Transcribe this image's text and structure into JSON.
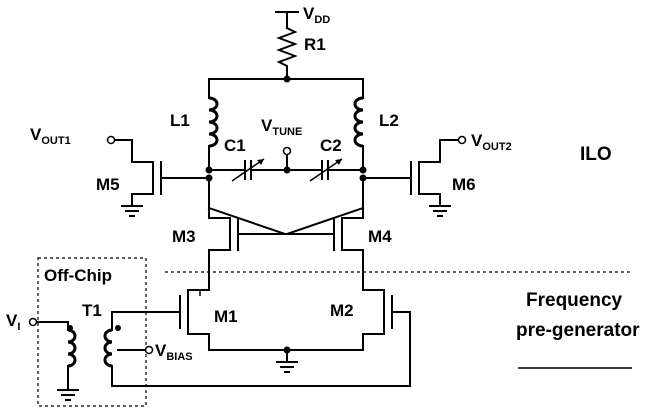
{
  "labels": {
    "vdd": "V",
    "vdd_sub": "DD",
    "r1": "R1",
    "l1": "L1",
    "l2": "L2",
    "c1": "C1",
    "c2": "C2",
    "vtune": "V",
    "vtune_sub": "TUNE",
    "vout1": "V",
    "vout1_sub": "OUT1",
    "vout2": "V",
    "vout2_sub": "OUT2",
    "m1": "M1",
    "m2": "M2",
    "m3": "M3",
    "m4": "M4",
    "m5": "M5",
    "m6": "M6",
    "ilo": "ILO",
    "offchip": "Off-Chip",
    "t1": "T1",
    "vi": "V",
    "vi_sub": "I",
    "vbias": "V",
    "vbias_sub": "BIAS",
    "freq_line1": "Frequency",
    "freq_line2": "pre-generator"
  }
}
